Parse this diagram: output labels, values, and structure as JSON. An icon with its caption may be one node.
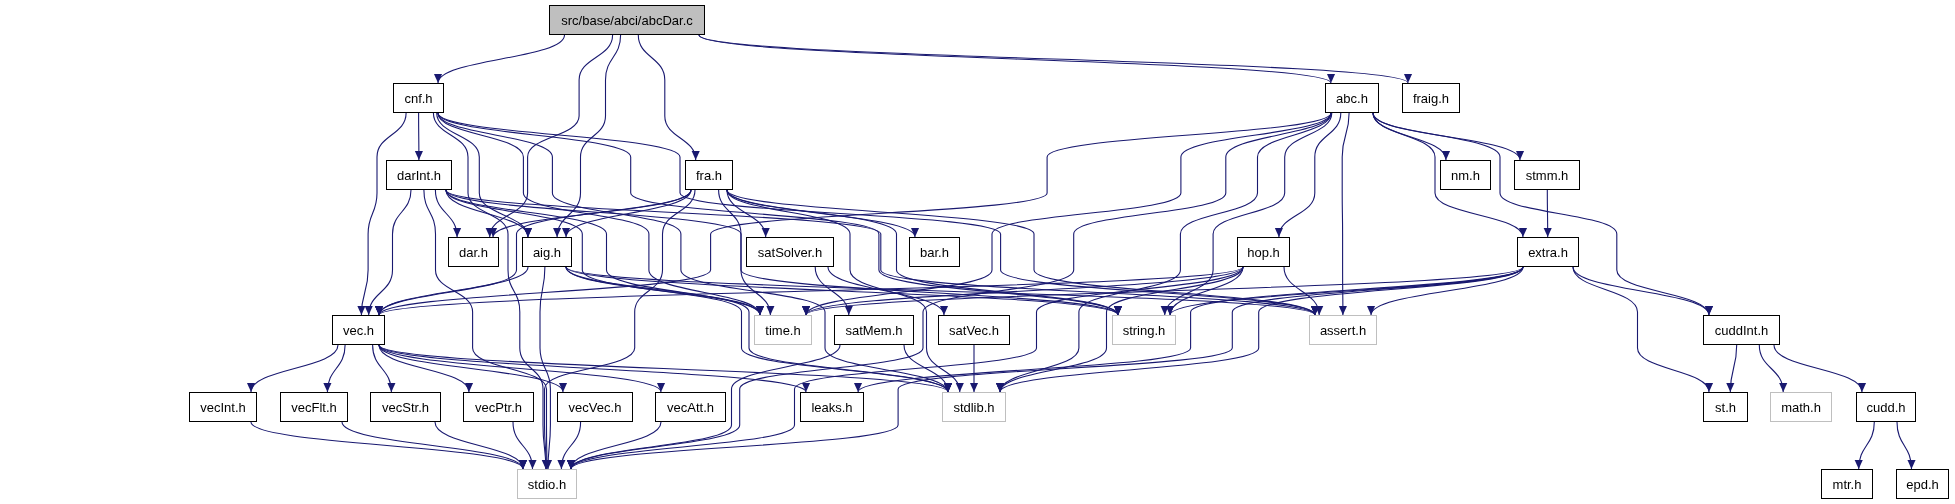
{
  "diagram": {
    "nodes": [
      {
        "text": [
          "src/base/abci/abcDar.c"
        ]
      },
      {
        "text": [
          "cnf.h"
        ]
      },
      {
        "text": [
          "abc.h"
        ]
      },
      {
        "text": [
          "fraig.h"
        ]
      },
      {
        "text": [
          "darInt.h"
        ]
      },
      {
        "text": [
          "fra.h"
        ]
      },
      {
        "text": [
          "nm.h"
        ]
      },
      {
        "text": [
          "stmm.h"
        ]
      },
      {
        "text": [
          "dar.h"
        ]
      },
      {
        "text": [
          "aig.h"
        ]
      },
      {
        "text": [
          "satSolver.h"
        ]
      },
      {
        "text": [
          "bar.h"
        ]
      },
      {
        "text": [
          "hop.h"
        ]
      },
      {
        "text": [
          "extra.h"
        ]
      },
      {
        "text": [
          "vec.h"
        ]
      },
      {
        "text": [
          "time.h"
        ]
      },
      {
        "text": [
          "satMem.h"
        ]
      },
      {
        "text": [
          "satVec.h"
        ]
      },
      {
        "text": [
          "string.h"
        ]
      },
      {
        "text": [
          "assert.h"
        ]
      },
      {
        "text": [
          "cuddInt.h"
        ]
      },
      {
        "text": [
          "vecInt.h"
        ]
      },
      {
        "text": [
          "vecFlt.h"
        ]
      },
      {
        "text": [
          "vecStr.h"
        ]
      },
      {
        "text": [
          "vecPtr.h"
        ]
      },
      {
        "text": [
          "vecVec.h"
        ]
      },
      {
        "text": [
          "vecAtt.h"
        ]
      },
      {
        "text": [
          "leaks.h"
        ]
      },
      {
        "text": [
          "stdlib.h"
        ]
      },
      {
        "text": [
          "st.h"
        ]
      },
      {
        "text": [
          "math.h"
        ]
      },
      {
        "text": [
          "cudd.h"
        ]
      },
      {
        "text": [
          "stdio.h"
        ]
      },
      {
        "text": [
          "mtr.h"
        ]
      },
      {
        "text": [
          "epd.h"
        ]
      }
    ],
    "edges": [
      {
        "from": 0,
        "to": 1,
        "arrow": "to"
      },
      {
        "from": 0,
        "to": 8,
        "arrow": "to"
      },
      {
        "from": 0,
        "to": 9,
        "arrow": "to"
      },
      {
        "from": 0,
        "to": 5,
        "arrow": "to"
      },
      {
        "from": 0,
        "to": 2,
        "arrow": "to"
      },
      {
        "from": 0,
        "to": 3,
        "arrow": "to"
      },
      {
        "from": 1,
        "to": 4,
        "arrow": "to"
      },
      {
        "from": 1,
        "to": 9,
        "arrow": "to"
      },
      {
        "from": 1,
        "to": 14,
        "arrow": "to"
      },
      {
        "from": 1,
        "to": 32,
        "arrow": "to"
      },
      {
        "from": 1,
        "to": 15,
        "arrow": "to"
      },
      {
        "from": 1,
        "to": 28,
        "arrow": "to"
      },
      {
        "from": 1,
        "to": 18,
        "arrow": "to"
      },
      {
        "from": 1,
        "to": 19,
        "arrow": "to"
      },
      {
        "from": 2,
        "to": 14,
        "arrow": "to"
      },
      {
        "from": 2,
        "to": 15,
        "arrow": "to"
      },
      {
        "from": 2,
        "to": 18,
        "arrow": "to"
      },
      {
        "from": 2,
        "to": 12,
        "arrow": "to"
      },
      {
        "from": 2,
        "to": 19,
        "arrow": "to"
      },
      {
        "from": 2,
        "to": 13,
        "arrow": "to"
      },
      {
        "from": 2,
        "to": 6,
        "arrow": "to"
      },
      {
        "from": 2,
        "to": 7,
        "arrow": "to"
      },
      {
        "from": 2,
        "to": 28,
        "arrow": "to"
      },
      {
        "from": 2,
        "to": 32,
        "arrow": "to"
      },
      {
        "from": 2,
        "to": 20,
        "arrow": "to"
      },
      {
        "from": 4,
        "to": 8,
        "arrow": "to"
      },
      {
        "from": 4,
        "to": 9,
        "arrow": "to"
      },
      {
        "from": 4,
        "to": 14,
        "arrow": "to"
      },
      {
        "from": 4,
        "to": 32,
        "arrow": "to"
      },
      {
        "from": 4,
        "to": 15,
        "arrow": "to"
      },
      {
        "from": 4,
        "to": 28,
        "arrow": "to"
      },
      {
        "from": 4,
        "to": 18,
        "arrow": "to"
      },
      {
        "from": 4,
        "to": 19,
        "arrow": "to"
      },
      {
        "from": 5,
        "to": 8,
        "arrow": "to"
      },
      {
        "from": 5,
        "to": 9,
        "arrow": "to"
      },
      {
        "from": 5,
        "to": 14,
        "arrow": "to"
      },
      {
        "from": 5,
        "to": 32,
        "arrow": "to"
      },
      {
        "from": 5,
        "to": 15,
        "arrow": "to"
      },
      {
        "from": 5,
        "to": 10,
        "arrow": "to"
      },
      {
        "from": 5,
        "to": 11,
        "arrow": "to"
      },
      {
        "from": 5,
        "to": 18,
        "arrow": "to"
      },
      {
        "from": 5,
        "to": 28,
        "arrow": "to"
      },
      {
        "from": 5,
        "to": 19,
        "arrow": "to"
      },
      {
        "from": 7,
        "to": 13,
        "arrow": "to"
      },
      {
        "from": 9,
        "to": 14,
        "arrow": "to"
      },
      {
        "from": 9,
        "to": 32,
        "arrow": "to"
      },
      {
        "from": 9,
        "to": 15,
        "arrow": "to"
      },
      {
        "from": 9,
        "to": 28,
        "arrow": "to"
      },
      {
        "from": 9,
        "to": 18,
        "arrow": "to"
      },
      {
        "from": 9,
        "to": 19,
        "arrow": "to"
      },
      {
        "from": 10,
        "to": 16,
        "arrow": "to"
      },
      {
        "from": 10,
        "to": 17,
        "arrow": "to"
      },
      {
        "from": 12,
        "to": 15,
        "arrow": "to"
      },
      {
        "from": 12,
        "to": 14,
        "arrow": "to"
      },
      {
        "from": 12,
        "to": 18,
        "arrow": "to"
      },
      {
        "from": 12,
        "to": 19,
        "arrow": "to"
      },
      {
        "from": 12,
        "to": 28,
        "arrow": "to"
      },
      {
        "from": 12,
        "to": 32,
        "arrow": "to"
      },
      {
        "from": 13,
        "to": 15,
        "arrow": "to"
      },
      {
        "from": 13,
        "to": 18,
        "arrow": "to"
      },
      {
        "from": 13,
        "to": 19,
        "arrow": "to"
      },
      {
        "from": 13,
        "to": 28,
        "arrow": "to"
      },
      {
        "from": 13,
        "to": 27,
        "arrow": "to"
      },
      {
        "from": 13,
        "to": 32,
        "arrow": "to"
      },
      {
        "from": 13,
        "to": 29,
        "arrow": "to"
      },
      {
        "from": 13,
        "to": 20,
        "arrow": "to"
      },
      {
        "from": 14,
        "to": 21,
        "arrow": "to"
      },
      {
        "from": 14,
        "to": 22,
        "arrow": "to"
      },
      {
        "from": 14,
        "to": 23,
        "arrow": "to"
      },
      {
        "from": 14,
        "to": 24,
        "arrow": "to"
      },
      {
        "from": 14,
        "to": 25,
        "arrow": "to"
      },
      {
        "from": 14,
        "to": 26,
        "arrow": "to"
      },
      {
        "from": 14,
        "to": 27,
        "arrow": "to"
      },
      {
        "from": 14,
        "to": 28,
        "arrow": "to"
      },
      {
        "from": 16,
        "to": 28,
        "arrow": "to"
      },
      {
        "from": 16,
        "to": 32,
        "arrow": "to"
      },
      {
        "from": 17,
        "to": 28,
        "arrow": "to"
      },
      {
        "from": 20,
        "to": 29,
        "arrow": "to"
      },
      {
        "from": 20,
        "to": 30,
        "arrow": "to"
      },
      {
        "from": 20,
        "to": 31,
        "arrow": "to"
      },
      {
        "from": 21,
        "to": 32,
        "arrow": "to"
      },
      {
        "from": 22,
        "to": 32,
        "arrow": "to"
      },
      {
        "from": 23,
        "to": 32,
        "arrow": "to"
      },
      {
        "from": 24,
        "to": 32,
        "arrow": "to"
      },
      {
        "from": 25,
        "to": 32,
        "arrow": "to"
      },
      {
        "from": 26,
        "to": 32,
        "arrow": "to"
      },
      {
        "from": 31,
        "to": 33,
        "arrow": "to"
      },
      {
        "from": 31,
        "to": 34,
        "arrow": "to"
      }
    ]
  }
}
